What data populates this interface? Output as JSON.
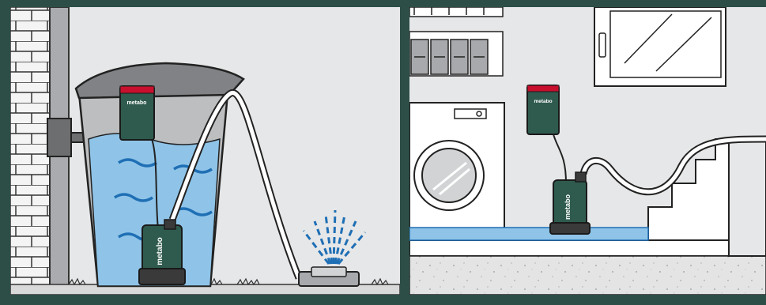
{
  "left_panel": {
    "controller_brand": "metabo",
    "pump_brand": "metabo"
  },
  "right_panel": {
    "controller_brand": "metabo",
    "pump_brand": "metabo"
  },
  "colors": {
    "frame": "#2d4e47",
    "wall": "#e6e7e8",
    "water": "#8fc4e8",
    "pump_green": "#2f5b4e",
    "controller_red": "#c8102e",
    "hose": "#ffffff",
    "outline": "#1e1e1e"
  },
  "icons": [
    "brick-wall",
    "downpipe",
    "rain-barrel",
    "submersible-pump",
    "controller-box",
    "sprinkler",
    "washing-machine",
    "window",
    "staircase",
    "shelf-jars"
  ]
}
